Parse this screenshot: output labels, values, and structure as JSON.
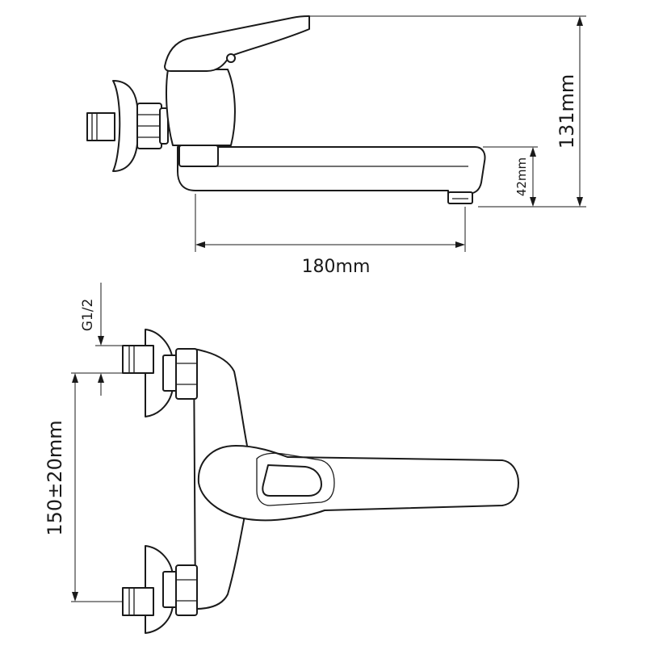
{
  "dimensions": {
    "height_total": "131mm",
    "spout_height": "42mm",
    "spout_reach": "180mm",
    "thread": "G1/2",
    "inlet_spacing": "150±20mm"
  }
}
